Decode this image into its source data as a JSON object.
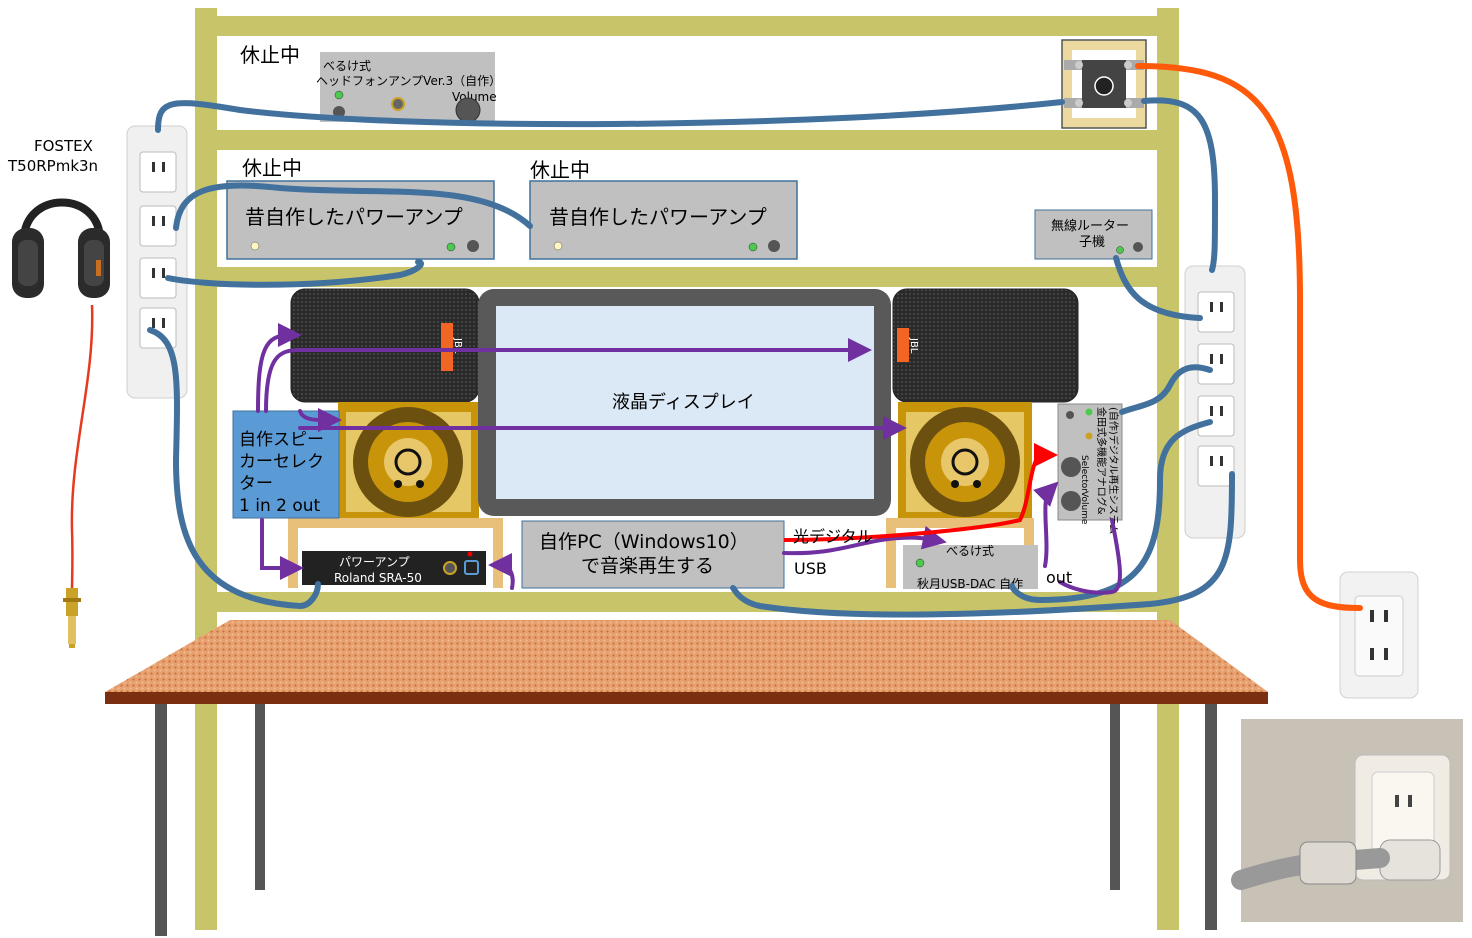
{
  "shelf": {
    "top_status": "休止中",
    "mid_status_left": "休止中",
    "mid_status_right": "休止中"
  },
  "headphone": {
    "brand": "FOSTEX",
    "model": "T50RPmk3n"
  },
  "headphone_amp": {
    "line1": "べるけ式",
    "line2": "ヘッドフォンアンプVer.3（自作）",
    "volume": "Volume"
  },
  "power_amp_left": {
    "label": "昔自作したパワーアンプ"
  },
  "power_amp_right": {
    "label": "昔自作したパワーアンプ"
  },
  "router": {
    "line1": "無線ルーター",
    "line2": "子機"
  },
  "display": {
    "label": "液晶ディスプレイ"
  },
  "speaker_selector": {
    "line1": "自作スピー",
    "line2": "カーセレク",
    "line3": "ター",
    "line4": "1 in 2 out"
  },
  "roland_amp": {
    "line1": "パワーアンプ",
    "line2": "Roland SRA-50"
  },
  "pc": {
    "line1": "自作PC（Windows10）",
    "line2": "で音楽再生する"
  },
  "connections": {
    "optical": "光デジタル",
    "usb": "USB",
    "out": "out"
  },
  "dac": {
    "line1": "べるけ式",
    "line2": "秋月USB-DAC 自作"
  },
  "digital_system": {
    "line1": "金田式多機能アナログ&",
    "line2": "(自作)デジタル再生システム",
    "selector": "Selector",
    "volume": "Volume"
  },
  "speaker_brand": "JBL",
  "colors": {
    "shelf": "#c8c46a",
    "power_cable": "#41719c",
    "audio_cable": "#7030a0",
    "optical_cable": "#ff0000",
    "mains_cable": "#ff5a0a",
    "device_gray": "#c0c0c0",
    "selector_blue": "#5b9bd5"
  }
}
